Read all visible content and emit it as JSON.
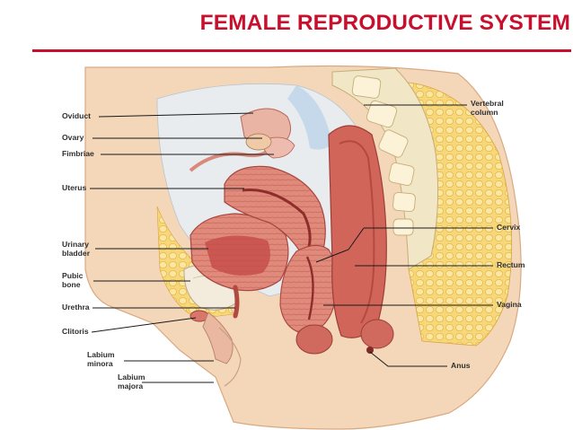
{
  "title": "FEMALE REPRODUCTIVE SYSTEM",
  "colors": {
    "title": "#c8102e",
    "fat": "#f6d77a",
    "muscle": "#d9756a",
    "mucosa": "#c74e4a",
    "skin": "#f3d7b8",
    "bone": "#f1e6c6",
    "leader_line": "#1a1a1a"
  },
  "labels_left": {
    "oviduct": "Oviduct",
    "ovary": "Ovary",
    "fimbriae": "Fimbriae",
    "uterus": "Uterus",
    "urinary_bladder": "Urinary\nbladder",
    "pubic_bone": "Pubic\nbone",
    "urethra": "Urethra",
    "clitoris": "Clitoris",
    "labium_minora": "Labium\nminora",
    "labium_majora": "Labium\nmajora"
  },
  "labels_right": {
    "vertebral_column": "Vertebral\ncolumn",
    "cervix": "Cervix",
    "rectum": "Rectum",
    "vagina": "Vagina",
    "anus": "Anus"
  }
}
